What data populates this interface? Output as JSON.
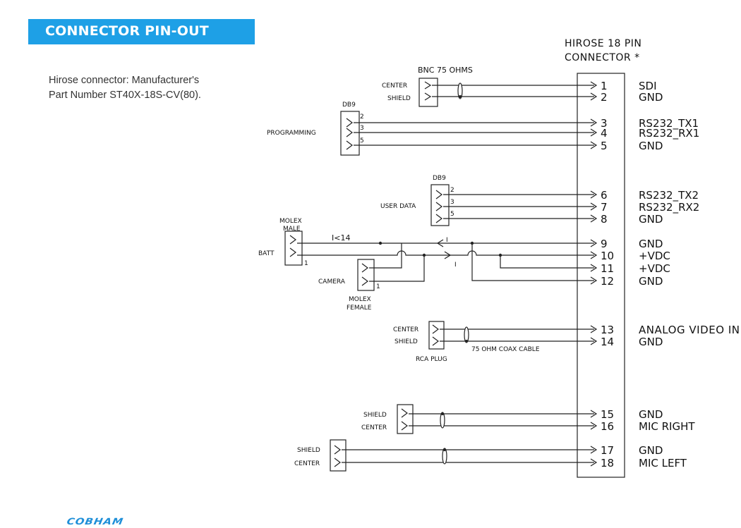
{
  "header": {
    "title": "CONNECTOR PIN-OUT"
  },
  "intro": {
    "line1": "Hirose connector: Manufacturer's",
    "line2": "Part Number ST40X-18S-CV(80)."
  },
  "logo": {
    "text": "COBHAM"
  },
  "colors": {
    "accent": "#1ea0e6",
    "logo": "#1f8fd8",
    "line": "#222222"
  },
  "connector": {
    "title_line1": "HIROSE 18 PIN",
    "title_line2": "CONNECTOR *"
  },
  "pins": [
    {
      "num": "1",
      "signal": "SDI"
    },
    {
      "num": "2",
      "signal": "GND"
    },
    {
      "num": "3",
      "signal": "RS232_TX1"
    },
    {
      "num": "4",
      "signal": "RS232_RX1"
    },
    {
      "num": "5",
      "signal": "GND"
    },
    {
      "num": "6",
      "signal": "RS232_TX2"
    },
    {
      "num": "7",
      "signal": "RS232_RX2"
    },
    {
      "num": "8",
      "signal": "GND"
    },
    {
      "num": "9",
      "signal": "GND"
    },
    {
      "num": "10",
      "signal": "+VDC"
    },
    {
      "num": "11",
      "signal": "+VDC"
    },
    {
      "num": "12",
      "signal": "GND"
    },
    {
      "num": "13",
      "signal": "ANALOG VIDEO IN"
    },
    {
      "num": "14",
      "signal": "GND"
    },
    {
      "num": "15",
      "signal": "GND"
    },
    {
      "num": "16",
      "signal": "MIC RIGHT"
    },
    {
      "num": "17",
      "signal": "GND"
    },
    {
      "num": "18",
      "signal": "MIC LEFT"
    }
  ],
  "labels": {
    "bnc": "BNC 75 OHMS",
    "center": "CENTER",
    "shield": "SHIELD",
    "db9": "DB9",
    "programming": "PROGRAMMING",
    "user_data": "USER DATA",
    "molex_male_1": "MOLEX",
    "molex_male_2": "MALE",
    "batt": "BATT",
    "camera": "CAMERA",
    "molex_female_1": "MOLEX",
    "molex_female_2": "FEMALE",
    "k14": "I<14",
    "current": "I",
    "rca_plug": "RCA PLUG",
    "coax_cable": "75 OHM COAX CABLE",
    "db9_pin_2": "2",
    "db9_pin_3": "3",
    "db9_pin_5": "5",
    "molex_pin_1": "1"
  }
}
